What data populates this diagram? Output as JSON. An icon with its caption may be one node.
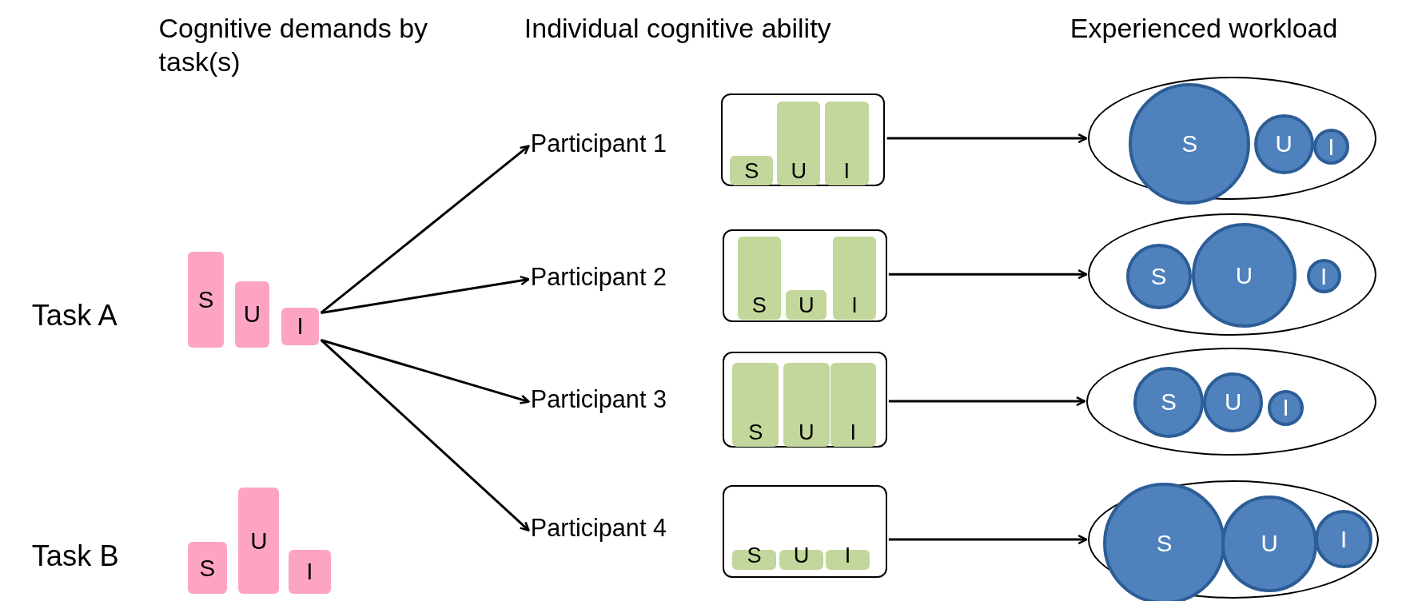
{
  "diagram": {
    "nodes": [
      {
        "text": [
          "S"
        ]
      },
      {
        "text": [
          "U"
        ]
      },
      {
        "text": [
          "I"
        ]
      },
      {
        "text": [
          "S"
        ]
      },
      {
        "text": [
          "U"
        ]
      },
      {
        "text": [
          "I"
        ]
      },
      {
        "text": [
          "Participant 1"
        ]
      },
      {
        "text": [],
        "shape": "box"
      },
      {
        "text": [
          "S"
        ],
        "in": 7
      },
      {
        "text": [
          "U"
        ],
        "in": 7
      },
      {
        "text": [
          "I"
        ],
        "in": 7
      },
      {
        "text": [],
        "shape": "ellipse"
      },
      {
        "text": [
          "S"
        ],
        "in": 11
      },
      {
        "text": [
          "U"
        ],
        "in": 11
      },
      {
        "text": [
          "I"
        ],
        "in": 11
      },
      {
        "text": [
          "Participant 2"
        ]
      },
      {
        "text": [],
        "shape": "box"
      },
      {
        "text": [
          "S"
        ],
        "in": 16
      },
      {
        "text": [
          "U"
        ],
        "in": 16
      },
      {
        "text": [
          "I"
        ],
        "in": 16
      },
      {
        "text": [],
        "shape": "ellipse"
      },
      {
        "text": [
          "S"
        ],
        "in": 20
      },
      {
        "text": [
          "U"
        ],
        "in": 20
      },
      {
        "text": [
          "I"
        ],
        "in": 20
      },
      {
        "text": [
          "Participant 3"
        ]
      },
      {
        "text": [],
        "shape": "box"
      },
      {
        "text": [
          "S"
        ],
        "in": 25
      },
      {
        "text": [
          "U"
        ],
        "in": 25
      },
      {
        "text": [
          "I"
        ],
        "in": 25
      },
      {
        "text": [],
        "shape": "ellipse"
      },
      {
        "text": [
          "S"
        ],
        "in": 29
      },
      {
        "text": [
          "U"
        ],
        "in": 29
      },
      {
        "text": [
          "I"
        ],
        "in": 29
      },
      {
        "text": [
          "Participant 4"
        ]
      },
      {
        "text": [],
        "shape": "box"
      },
      {
        "text": [
          "S"
        ],
        "in": 34
      },
      {
        "text": [
          "U"
        ],
        "in": 34
      },
      {
        "text": [
          "I"
        ],
        "in": 34
      },
      {
        "text": [],
        "shape": "ellipse"
      },
      {
        "text": [
          "S"
        ],
        "in": 38
      },
      {
        "text": [
          "U"
        ],
        "in": 38
      },
      {
        "text": [
          "I"
        ],
        "in": 38
      }
    ],
    "edges": [
      {
        "from": 2,
        "to": 6,
        "arrow": "to"
      },
      {
        "from": 2,
        "to": 15,
        "arrow": "to"
      },
      {
        "from": 2,
        "to": 24,
        "arrow": "to"
      },
      {
        "from": 2,
        "to": 33,
        "arrow": "to"
      },
      {
        "from": 7,
        "to": 11,
        "arrow": "to"
      },
      {
        "from": 16,
        "to": 20,
        "arrow": "to"
      },
      {
        "from": 25,
        "to": 29,
        "arrow": "to"
      },
      {
        "from": 34,
        "to": 38,
        "arrow": "to"
      }
    ],
    "labels": [
      "Cognitive demands by task(s)",
      "Individual cognitive ability",
      "Experienced workload",
      "Task A",
      "Task B"
    ]
  }
}
